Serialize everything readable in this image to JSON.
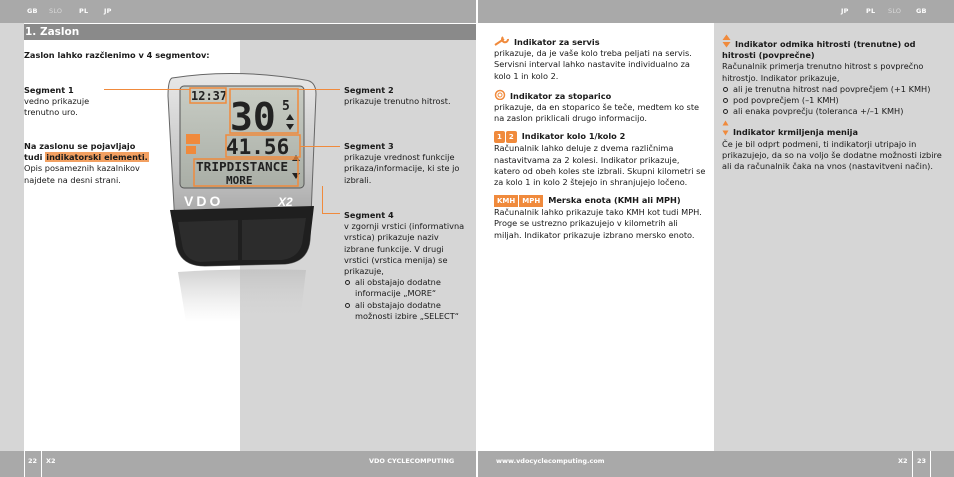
{
  "header": {
    "left_langs": [
      "GB",
      "SLO",
      "PL",
      "JP"
    ],
    "right_langs": [
      "JP",
      "PL",
      "SLO",
      "GB"
    ],
    "active_lang": "SLO"
  },
  "left_page": {
    "section_title": "1.  Zaslon",
    "intro": "Zaslon lahko razčlenimo v 4 segmentov:",
    "segment1": {
      "title": "Segment 1",
      "text": "vedno prikazuje trenutno uro."
    },
    "info_bold_line1": "Na zaslonu se pojavljajo",
    "info_bold_line2a": "tudi ",
    "info_highlight": "indikatorski elementi.",
    "info_text": "Opis posameznih kazalnikov najdete na desni strani.",
    "segment2": {
      "title": "Segment 2",
      "text": "prikazuje trenutno hitrost."
    },
    "segment3": {
      "title": "Segment 3",
      "text": "prikazuje vrednost funkcije prikaza/informacije, ki ste jo izbrali."
    },
    "segment4": {
      "title": "Segment 4",
      "text": "v zgornji vrstici (informativna vrstica) prikazuje naziv izbrane funkcije. V drugi vrstici (vrstica menija) se prikazuje,",
      "bullets": [
        "ali obstajajo dodatne informacije „MORE“",
        "ali obstajajo dodatne možnosti izbire „SELECT“"
      ]
    },
    "device": {
      "time": "12:37",
      "speed": "30",
      "speed_small": "5",
      "distance": "41.56",
      "info_line": "TRIPDISTANCE",
      "menu_line": "MORE",
      "brand": "VDO",
      "model": "X2"
    }
  },
  "col2": {
    "service": {
      "title": "Indikator za servis",
      "text": "prikazuje, da je vaše kolo treba peljati na servis. Servisni interval lahko nastavite individualno za kolo 1 in kolo 2."
    },
    "stopwatch": {
      "title": "Indikator za stoparico",
      "text": "prikazuje, da en stoparico še teče, medtem ko ste na zaslon priklicali drugo informacijo."
    },
    "wheel": {
      "icons": [
        "1",
        "2"
      ],
      "title": "Indikator kolo 1/kolo 2",
      "text": "Računalnik lahko deluje z dvema različnima nastavitvama za 2 kolesi. Indikator prikazuje, katero od obeh koles ste izbrali. Skupni kilometri se za kolo 1 in kolo 2 štejejo in shranjujejo ločeno."
    },
    "unit": {
      "icons": [
        "KMH",
        "MPH"
      ],
      "title": "Merska enota (KMH ali MPH)",
      "text": "Računalnik lahko prikazuje tako KMH kot tudi MPH. Proge se ustrezno prikazujejo v kilometrih ali miljah. Indikator prikazuje izbrano mersko enoto."
    }
  },
  "col3": {
    "deviation": {
      "title": "Indikator odmika hitrosti (trenutne) od hitrosti (povprečne)",
      "text": "Računalnik primerja trenutno hitrost s povprečno hitrostjo. Indikator prikazuje,",
      "bullets": [
        "ali je trenutna hitrost nad povprečjem (+1 KMH)",
        "pod povprečjem (–1 KMH)",
        "ali enaka povprečju (toleranca +/–1 KMH)"
      ]
    },
    "menu": {
      "title": "Indikator krmiljenja menija",
      "text": "Če je bil odprt podmeni, ti indikatorji utripajo in prikazujejo, da so na voljo še dodatne možnosti izbire ali da računalnik čaka na vnos (nastavitveni način)."
    }
  },
  "footer": {
    "page_left": "22",
    "model_left": "X2",
    "brand": "VDO CYCLECOMPUTING",
    "url": "www.vdocyclecomputing.com",
    "model_right": "X2",
    "page_right": "23"
  },
  "colors": {
    "accent": "#f08a3c",
    "gray_bar": "#a9a9a9",
    "gray_panel": "#d6d6d6"
  }
}
